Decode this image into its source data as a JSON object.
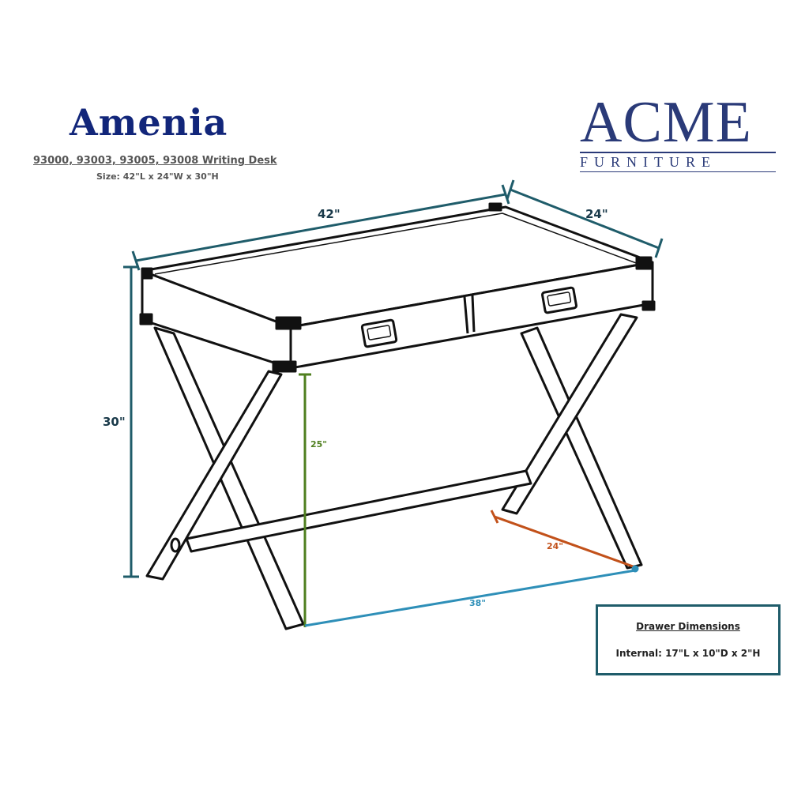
{
  "header": {
    "title": "Amenia",
    "models": "93000, 93003, 93005, 93008 Writing Desk",
    "size": "Size: 42\"L x 24\"W x 30\"H"
  },
  "brand": {
    "name": "ACME",
    "sub": "FURNITURE"
  },
  "dimensions": {
    "length": "42\"",
    "width": "24\"",
    "height": "30\"",
    "knee_height": "25\"",
    "base_depth": "24\"",
    "base_length": "38\""
  },
  "drawer": {
    "title": "Drawer Dimensions",
    "text": "Internal: 17\"L x 10\"D x 2\"H"
  },
  "colors": {
    "title_blue": "#12267a",
    "brand_blue": "#2a3a78",
    "dim_dark_teal": "#1f5c6a",
    "dim_green": "#4f7f1f",
    "dim_orange": "#c2511a",
    "dim_light_blue": "#2e8fb8"
  }
}
